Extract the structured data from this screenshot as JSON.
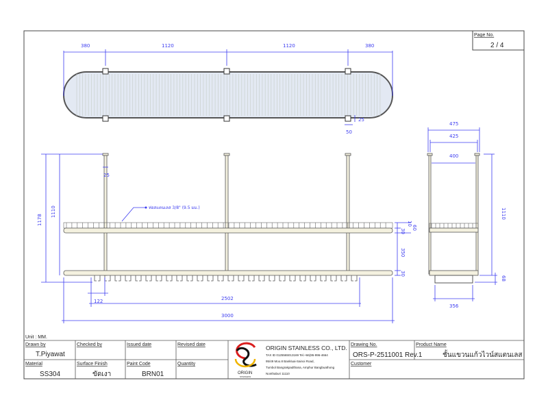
{
  "page": {
    "label": "Page No.",
    "value": "2 / 4"
  },
  "unit": "Unit : MM.",
  "top_view": {
    "dims": {
      "left_end": "380",
      "span1": "1120",
      "span2": "1120",
      "right_end": "380",
      "post_width": "50",
      "post_depth": "25"
    }
  },
  "front_view": {
    "dims": {
      "overall_height": "1178",
      "post_height": "1110",
      "post_dia": "25",
      "hook_offset": "122",
      "hook_span": "2502",
      "overall_length": "3000",
      "r10": "10",
      "r30a": "30",
      "r60": "60",
      "r350": "350",
      "r30b": "30"
    },
    "annotation": "ท่อสแตนเลส 3/8\" (9.5 มม.)"
  },
  "side_view": {
    "dims": {
      "w475": "475",
      "w425": "425",
      "w400": "400",
      "h1110": "1110",
      "h68": "68",
      "w356": "356"
    }
  },
  "title_block": {
    "drawn_by": {
      "label": "Drawn by",
      "value": "T.Piyawat"
    },
    "checked_by": {
      "label": "Checked by",
      "value": ""
    },
    "issued_date": {
      "label": "Issued date",
      "value": ""
    },
    "revised_date": {
      "label": "Revised date",
      "value": ""
    },
    "material": {
      "label": "Material",
      "value": "SS304"
    },
    "surface_finish": {
      "label": "Surface Finish",
      "value": "ขัดเงา"
    },
    "paint_code": {
      "label": "Paint Code",
      "value": "BRN01"
    },
    "quantity": {
      "label": "Quantity",
      "value": ""
    },
    "company": {
      "name": "ORIGIN STAINLESS CO., LTD.",
      "tax": "TAX ID 0125565013169  Tel.+66(95-996-4664",
      "addr1": "95/49 Moo.8 Bankluai-Sainoi Road,",
      "addr2": "Tumbol Bangrakpadthana, Amphur Bangbuathong",
      "addr3": "Nonthaburi 11110",
      "logo_text": "ORIGIN",
      "logo_sub": "STAINLESS"
    },
    "drawing_no": {
      "label": "Drawing No.",
      "value": "ORS-P-2511001 Rev.1"
    },
    "product_name": {
      "label": "Product Name",
      "value": "ชั้นแขวนแก้วไวน์สแตนเลส"
    },
    "customer": {
      "label": "Customer",
      "value": ""
    }
  },
  "colors": {
    "dimension": "#3b3bf0",
    "part": "#f4f1df",
    "top_fill": "#e3e9f3"
  }
}
